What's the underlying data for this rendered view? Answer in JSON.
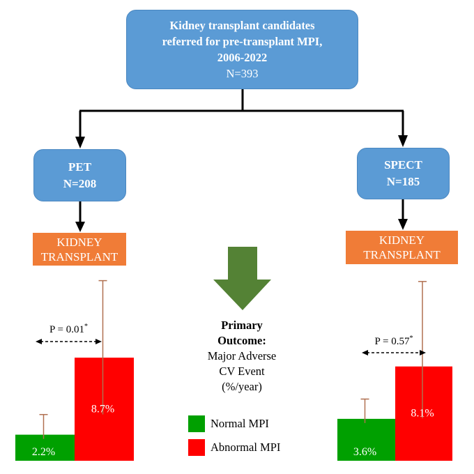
{
  "flow": {
    "top": {
      "line1": "Kidney transplant candidates",
      "line2": "referred for pre-transplant MPI,",
      "line3": "2006-2022",
      "n": "N=393"
    },
    "pet": {
      "name": "PET",
      "n": "N=208"
    },
    "spect": {
      "name": "SPECT",
      "n": "N=185"
    },
    "transplant": {
      "line1": "KIDNEY",
      "line2": "TRANSPLANT"
    }
  },
  "outcome": {
    "line1": "Primary",
    "line2": "Outcome:",
    "line3": "Major Adverse",
    "line4": "CV Event",
    "line5": "(%/year)"
  },
  "legend": {
    "normal": "Normal MPI",
    "abnormal": "Abnormal MPI"
  },
  "colors": {
    "box_blue": "#5b9bd5",
    "transplant_orange": "#f07c37",
    "arrow_green": "#548235",
    "normal_green": "#00a000",
    "abnormal_red": "#ff0000",
    "error_bar": "#b07050"
  },
  "chart_data": [
    {
      "type": "bar",
      "group": "PET",
      "series": [
        {
          "name": "Normal MPI",
          "value": 2.2,
          "label": "2.2%",
          "err_hi": 3.9
        },
        {
          "name": "Abnormal MPI",
          "value": 8.7,
          "label": "8.7%",
          "err_hi": 15.2
        }
      ],
      "p_value": "P = 0.01",
      "p_mark": "*"
    },
    {
      "type": "bar",
      "group": "SPECT",
      "series": [
        {
          "name": "Normal MPI",
          "value": 3.6,
          "label": "3.6%",
          "err_hi": 5.3
        },
        {
          "name": "Abnormal MPI",
          "value": 8.1,
          "label": "8.1%",
          "err_hi": 15.4
        }
      ],
      "p_value": "P = 0.57",
      "p_mark": "*"
    }
  ]
}
